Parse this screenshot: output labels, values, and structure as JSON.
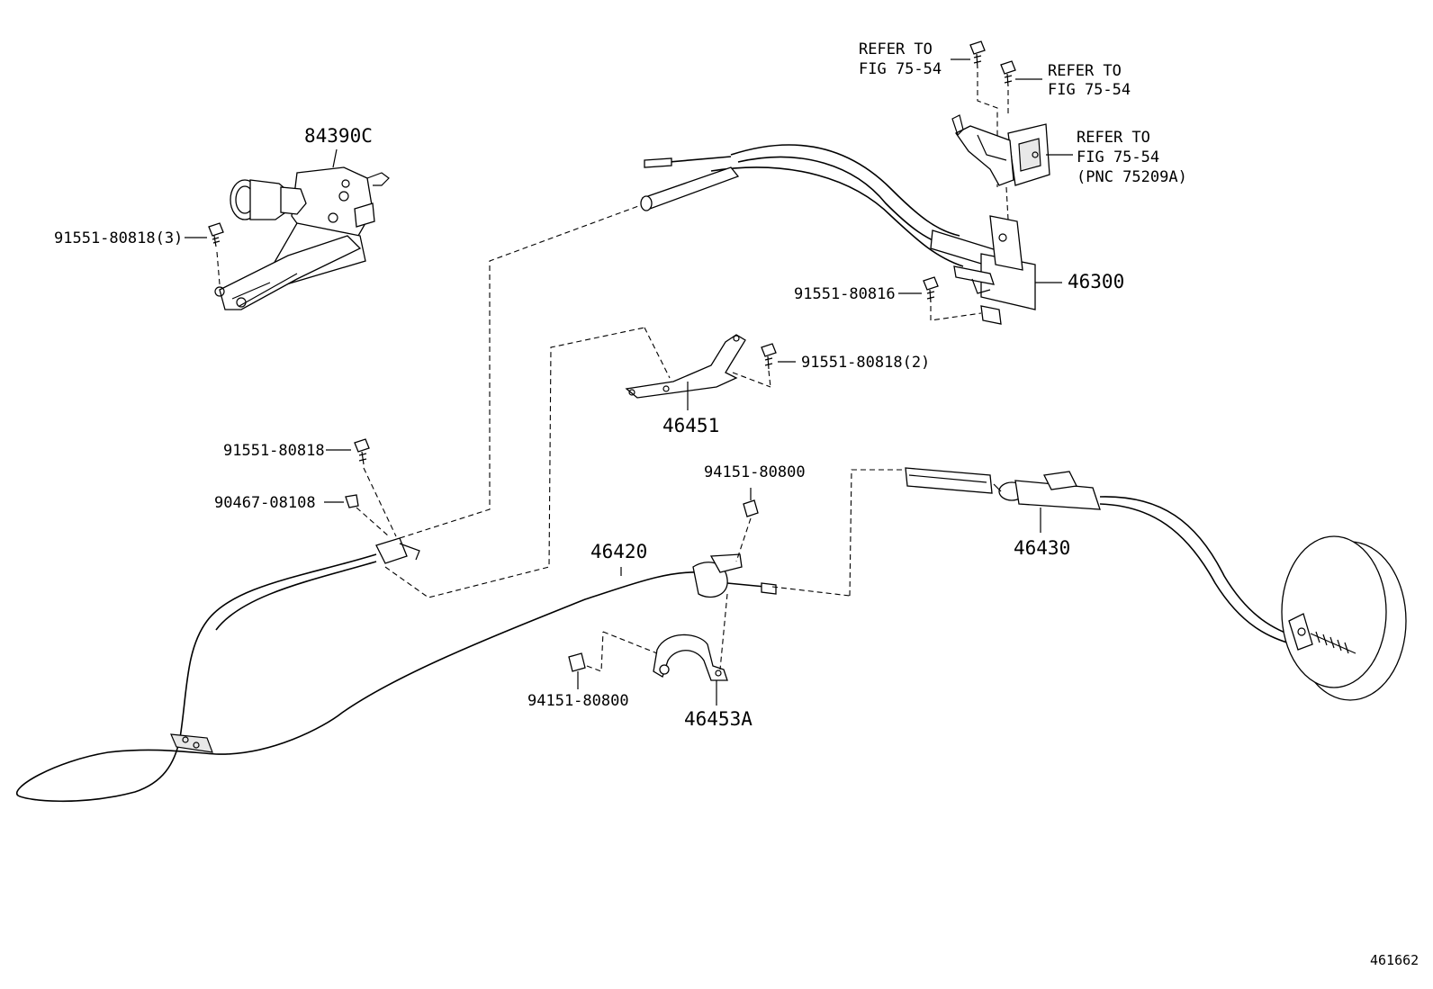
{
  "diagram_id": "461662",
  "labels": {
    "p84390C": "84390C",
    "b91551_80818_3": "91551-80818(3)",
    "refer_top_left_1": "REFER TO",
    "refer_top_left_2": "FIG 75-54",
    "refer_top_right_1": "REFER TO",
    "refer_top_right_2": "FIG 75-54",
    "refer_mid_1": "REFER TO",
    "refer_mid_2": "FIG 75-54",
    "refer_mid_3": "(PNC 75209A)",
    "p46300": "46300",
    "b91551_80816": "91551-80816",
    "b91551_80818_2": "91551-80818(2)",
    "p46451": "46451",
    "b91551_80818": "91551-80818",
    "b90467_08108": "90467-08108",
    "n94151_80800_top": "94151-80800",
    "p46420": "46420",
    "p46430": "46430",
    "n94151_80800_bottom": "94151-80800",
    "p46453A": "46453A"
  }
}
